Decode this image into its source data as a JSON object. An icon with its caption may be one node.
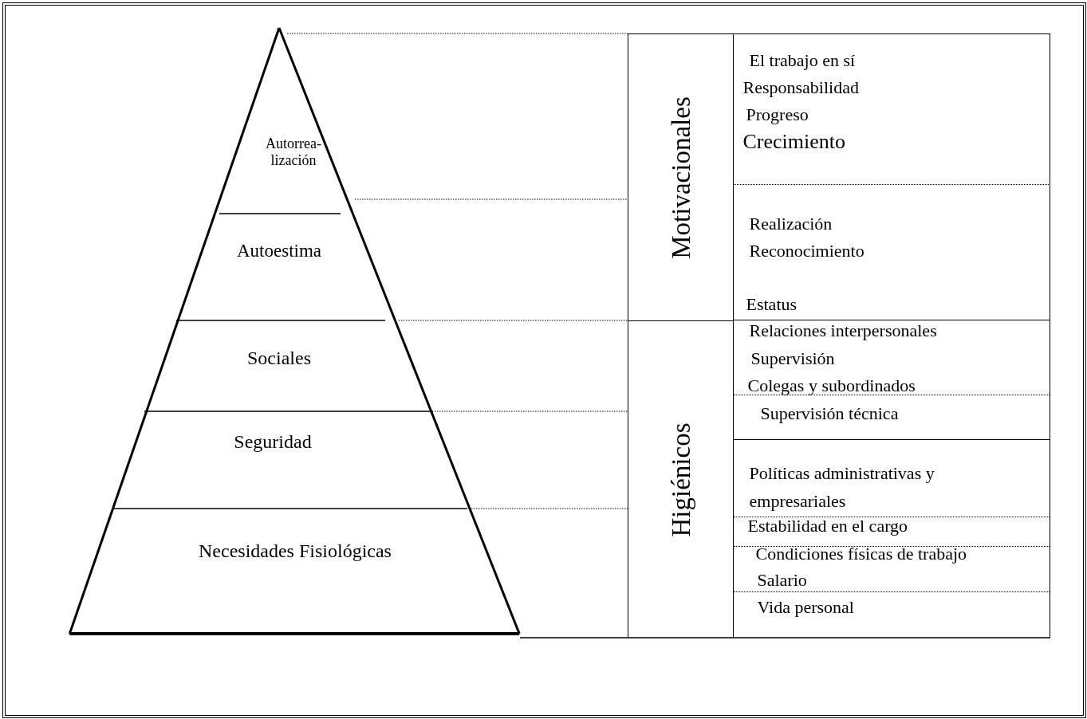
{
  "diagram": {
    "nodes": [
      {
        "text": [
          "Autorrea- lización"
        ]
      },
      {
        "text": [
          "Autoestima"
        ]
      },
      {
        "text": [
          "Sociales"
        ]
      },
      {
        "text": [
          "Seguridad"
        ]
      },
      {
        "text": [
          "Necesidades Fisiológicas"
        ]
      },
      {
        "text": [
          "Motivacionales"
        ]
      },
      {
        "text": [
          "Higiénicos"
        ]
      },
      {
        "text": [
          "El trabajo en sí",
          "Responsabilidad",
          "Progreso",
          "Crecimiento"
        ]
      },
      {
        "text": [
          "Realización",
          "Reconocimiento",
          "Estatus"
        ]
      },
      {
        "text": [
          "Relaciones interpersonales",
          "Supervisión",
          "Colegas y subordinados",
          "Supervisión técnica"
        ]
      },
      {
        "text": [
          "Políticas administrativas y empresariales",
          "Estabilidad en el cargo",
          "Condiciones físicas de trabajo",
          "Salario",
          "Vida personal"
        ]
      }
    ]
  }
}
